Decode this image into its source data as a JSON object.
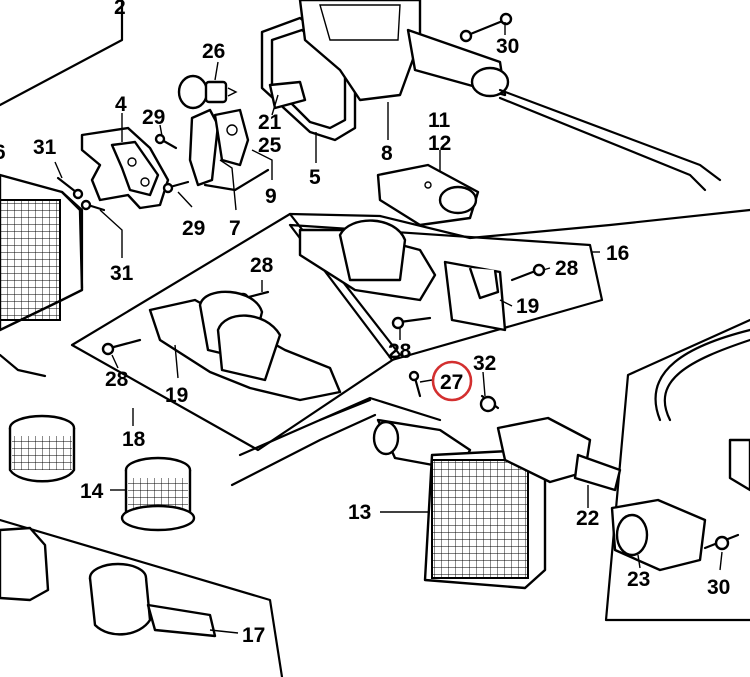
{
  "callouts": {
    "n2": "2",
    "n30a": "30",
    "n26": "26",
    "n4": "4",
    "n29a": "29",
    "n31a": "31",
    "n6": "6",
    "n29b": "29",
    "n7": "7",
    "n21": "21",
    "n25": "25",
    "n9": "9",
    "n5": "5",
    "n8": "8",
    "n11": "11",
    "n12": "12",
    "n31b": "31",
    "n28a": "28",
    "n28b": "28",
    "n16": "16",
    "n19a": "19",
    "n28c": "28",
    "n28d": "28",
    "n19b": "19",
    "n18": "18",
    "n27": "27",
    "n32": "32",
    "n14": "14",
    "n13": "13",
    "n22": "22",
    "n23": "23",
    "n30b": "30",
    "n17": "17"
  },
  "highlight": {
    "label": "27",
    "color": "#d32f2f"
  }
}
